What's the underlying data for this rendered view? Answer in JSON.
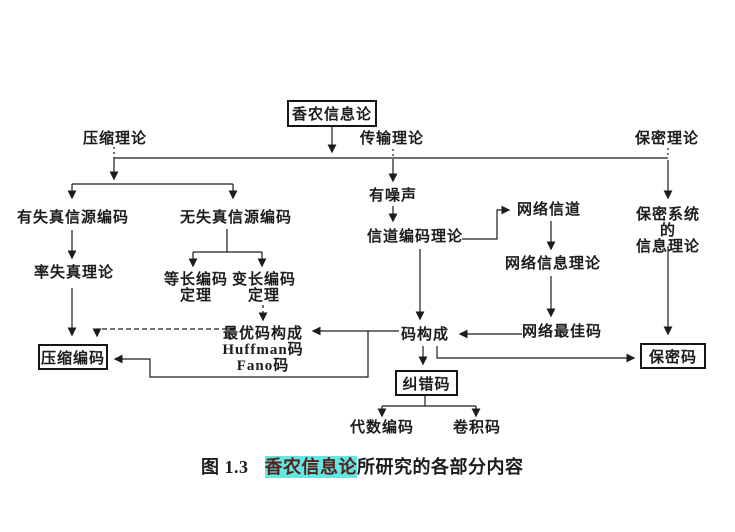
{
  "colors": {
    "ink": "#1c1c1c",
    "caption_highlight_bg": "#62e7e3",
    "caption_highlight_text": "#58201a"
  },
  "nodes": {
    "root": "香农信息论",
    "compression_theory": "压缩理论",
    "transmission_theory": "传输理论",
    "secrecy_theory": "保密理论",
    "lossy_source_coding": "有失真信源编码",
    "lossless_source_coding": "无失真信源编码",
    "noisy": "有噪声",
    "channel_coding_theory": "信道编码理论",
    "network_channel": "网络信道",
    "secrecy_system_info_theory": "保密系统的\n信息理论",
    "rate_distortion_theory": "率失真理论",
    "fixed_length_coding_theorem": "等长编码\n定理",
    "variable_length_coding_theorem": "变长编码\n定理",
    "network_info_theory": "网络信息理论",
    "optimal_code_construction": "最优码构成\nHuffman码\nFano码",
    "code_construction": "码构成",
    "network_best_code": "网络最佳码",
    "compression_coding": "压缩编码",
    "error_correcting_code": "纠错码",
    "secrecy_code": "保密码",
    "algebraic_coding": "代数编码",
    "convolutional_code": "卷积码"
  },
  "caption": {
    "figure_label": "图 1.3",
    "highlighted_text": "香农信息论",
    "rest_text": "所研究的各部分内容"
  }
}
